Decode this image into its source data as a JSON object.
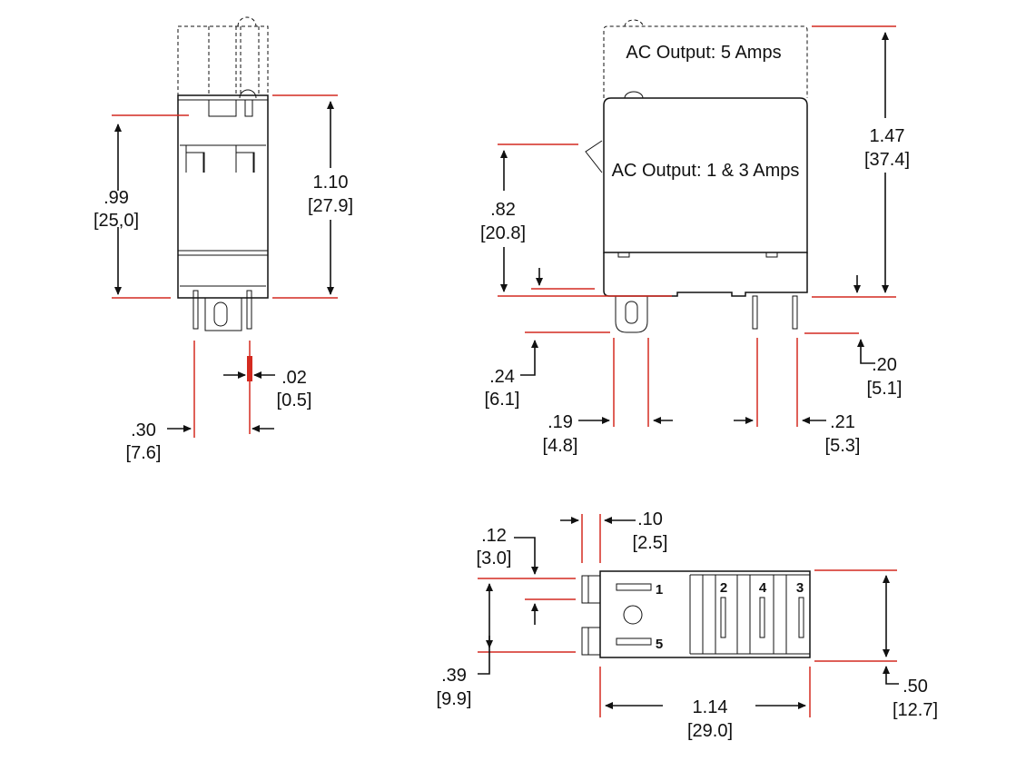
{
  "notes": {
    "ac_output_5": "AC Output: 5 Amps",
    "ac_output_1_3": "AC Output: 1 & 3 Amps"
  },
  "front_view": {
    "height_099": {
      "inch": ".99",
      "mm": "[25,0]"
    },
    "height_110": {
      "inch": "1.10",
      "mm": "[27.9]"
    },
    "pin_width": {
      "inch": ".02",
      "mm": "[0.5]"
    },
    "pin_spacing": {
      "inch": ".30",
      "mm": "[7.6]"
    }
  },
  "side_view": {
    "height_147": {
      "inch": "1.47",
      "mm": "[37.4]"
    },
    "height_082": {
      "inch": ".82",
      "mm": "[20.8]"
    },
    "pin_length_024": {
      "inch": ".24",
      "mm": "[6.1]"
    },
    "pin_length_020": {
      "inch": ".20",
      "mm": "[5.1]"
    },
    "spacing_019": {
      "inch": ".19",
      "mm": "[4.8]"
    },
    "spacing_021": {
      "inch": ".21",
      "mm": "[5.3]"
    }
  },
  "bottom_view": {
    "offset_010": {
      "inch": ".10",
      "mm": "[2.5]"
    },
    "offset_012": {
      "inch": ".12",
      "mm": "[3.0]"
    },
    "spacing_039": {
      "inch": ".39",
      "mm": "[9.9]"
    },
    "width_050": {
      "inch": ".50",
      "mm": "[12.7]"
    },
    "length_114": {
      "inch": "1.14",
      "mm": "[29.0]"
    },
    "pins": [
      "1",
      "2",
      "3",
      "4",
      "5"
    ]
  }
}
